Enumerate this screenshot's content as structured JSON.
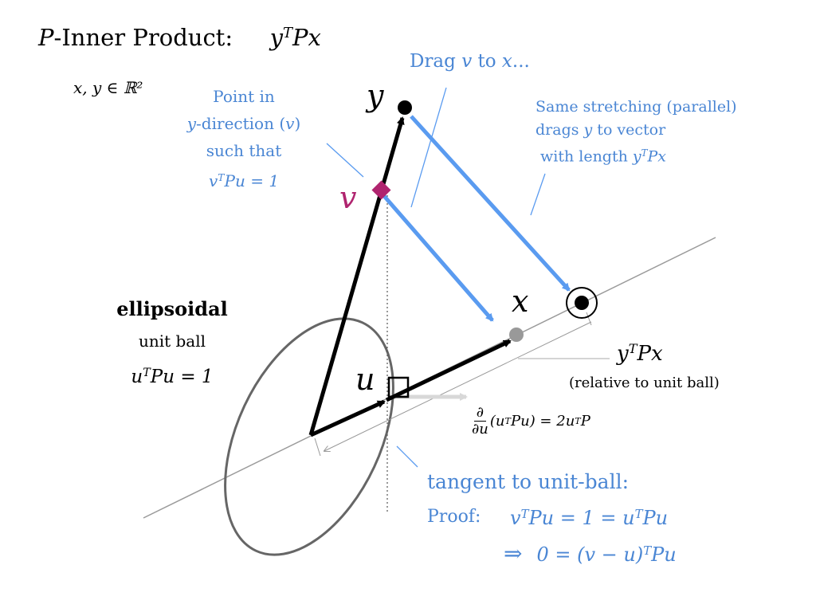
{
  "title": {
    "P": "P",
    "rest": "-Inner Product:",
    "expr_y": "y",
    "expr_T": "T",
    "expr_Px": "Px"
  },
  "domain_stmt": "x, y ∈ ℝ²",
  "labels": {
    "y": "y",
    "v": "v",
    "u": "u",
    "x": "x"
  },
  "notes": {
    "drag_prefix": "Drag ",
    "drag_v": "v",
    "drag_mid": " to ",
    "drag_x": "x",
    "drag_suffix": "...",
    "point_line1": "Point in",
    "point_line2_y": "y",
    "point_line2_rest": "-direction (",
    "point_line2_v": "v",
    "point_line2_close": ")",
    "point_line3": "such that",
    "point_line4_v": "v",
    "point_line4_T": "T",
    "point_line4_rest": "Pu = 1",
    "same_line1": "Same stretching (parallel)",
    "same_line2_a": "drags ",
    "same_line2_y": "y",
    "same_line2_b": " to vector",
    "same_line3_a": "with length ",
    "same_line3_y": "y",
    "same_line3_T": "T",
    "same_line3_Px": "Px",
    "ellip_line1": "ellipsoidal",
    "ellip_line2": "unit ball",
    "ellip_line3_u": "u",
    "ellip_line3_T": "T",
    "ellip_line3_rest": "Pu = 1",
    "ytpx_y": "y",
    "ytpx_T": "T",
    "ytpx_Px": "Px",
    "relative": "(relative to unit ball)",
    "deriv_num": "∂",
    "deriv_den": "∂u",
    "deriv_paren": "(u",
    "deriv_T": "T",
    "deriv_mid": "Pu) = 2u",
    "deriv_T2": "T",
    "deriv_P": "P",
    "tangent": "tangent to unit-ball:",
    "proof_label": "Proof:",
    "proof_l1_v": "v",
    "proof_l1_T": "T",
    "proof_l1_mid": "Pu = 1 = u",
    "proof_l1_T2": "T",
    "proof_l1_end": "Pu",
    "proof_l2_arrow": "⇒",
    "proof_l2_a": "0 = (v − u)",
    "proof_l2_T": "T",
    "proof_l2_end": "Pu"
  },
  "colors": {
    "accent": "#5a9bf0",
    "text_blue": "#4a86d4",
    "magenta": "#b0246f",
    "gray_line": "#9a9a9a",
    "ellipse": "#666666"
  }
}
